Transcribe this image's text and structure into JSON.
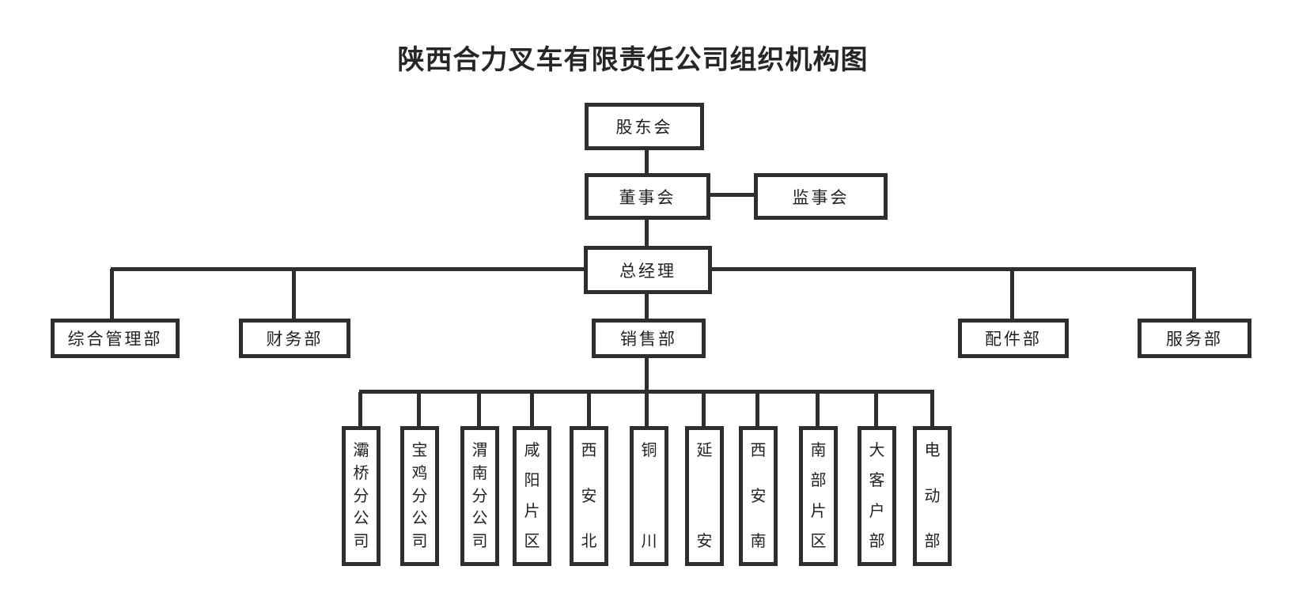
{
  "title": "陕西合力叉车有限责任公司组织机构图",
  "colors": {
    "line": "#2e2e2e",
    "text": "#222222",
    "background": "#ffffff"
  },
  "org": {
    "shareholders": "股东会",
    "board_of_directors": "董事会",
    "supervisory_board": "监事会",
    "general_manager": "总经理",
    "departments": [
      "综合管理部",
      "财务部",
      "销售部",
      "配件部",
      "服务部"
    ],
    "sales_branches": [
      "灞桥分公司",
      "宝鸡分公司",
      "渭南分公司",
      "咸阳片区",
      "西安北",
      "铜川",
      "延安",
      "西安南",
      "南部片区",
      "大客户部",
      "电动部"
    ]
  }
}
